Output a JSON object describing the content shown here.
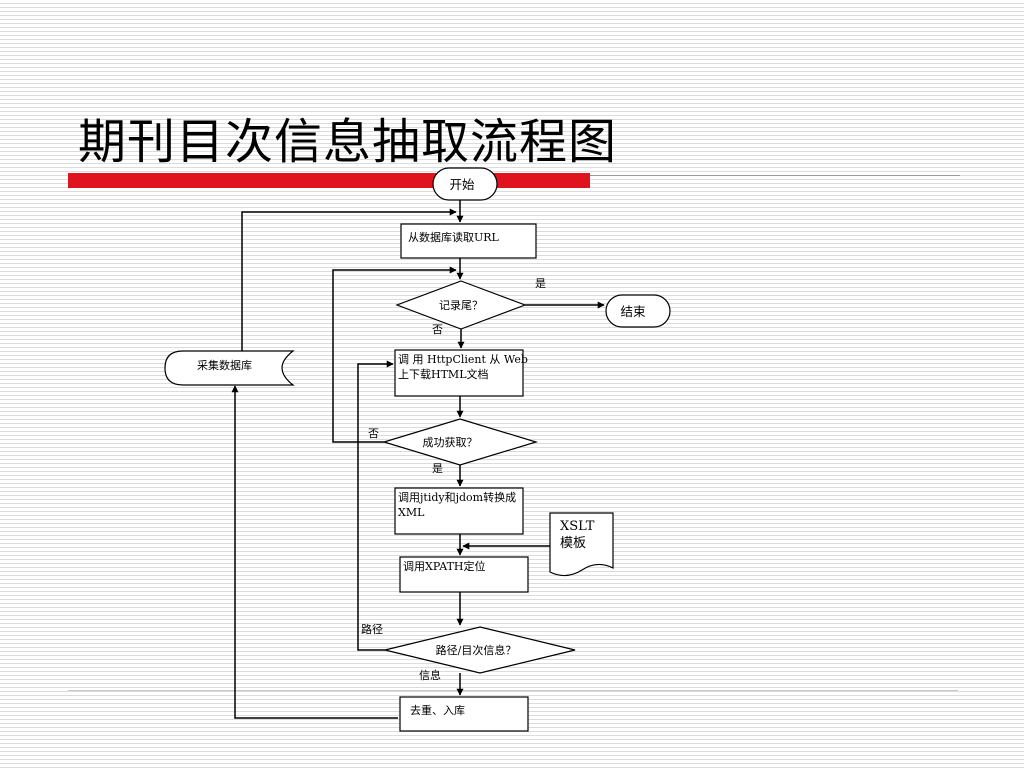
{
  "title": "期刊目次信息抽取流程图",
  "colors": {
    "accent": "#e0141f",
    "stroke": "#000000",
    "background": "#ffffff"
  },
  "nodes": {
    "start": "开始",
    "read_url": "从数据库读取URL",
    "is_last": "记录尾？",
    "end": "结束",
    "download": [
      "调 用 HttpClient 从 Web",
      "上下载HTML文档"
    ],
    "got_ok": "成功获取？",
    "convert": [
      "调用jtidy和jdom转换成",
      "XML"
    ],
    "xslt": [
      "XSLT",
      "模板"
    ],
    "xpath": "调用XPATH定位",
    "path_or_info": "路径/目次信息？",
    "dedup": "去重、入库",
    "collect_db": "采集数据库"
  },
  "edge_labels": {
    "yes_end": "是",
    "no_download": "否",
    "no_retry": "否",
    "yes_convert": "是",
    "path_loop": "路径",
    "info_store": "信息"
  }
}
